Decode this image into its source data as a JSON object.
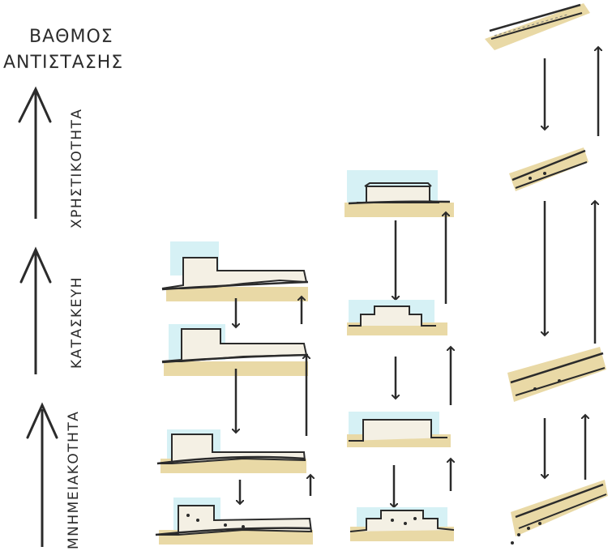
{
  "title": {
    "line1": "ΒΑΘΜΟΣ",
    "line2": "ΑΝΤΙΣΤΑΣΗΣ"
  },
  "axis_labels": {
    "top": "ΧΡΗΣΤΙΚΟΤΗΤΑ",
    "middle": "ΚΑΤΑΣΚΕΥΗ",
    "bottom": "ΜΝΗΜΕΙΑΚΟΤΗΤΑ"
  },
  "colors": {
    "ink": "#2b2b2b",
    "sky": "#cfeff3",
    "ground": "#e9d9a6",
    "ground_dark": "#d7c089"
  }
}
